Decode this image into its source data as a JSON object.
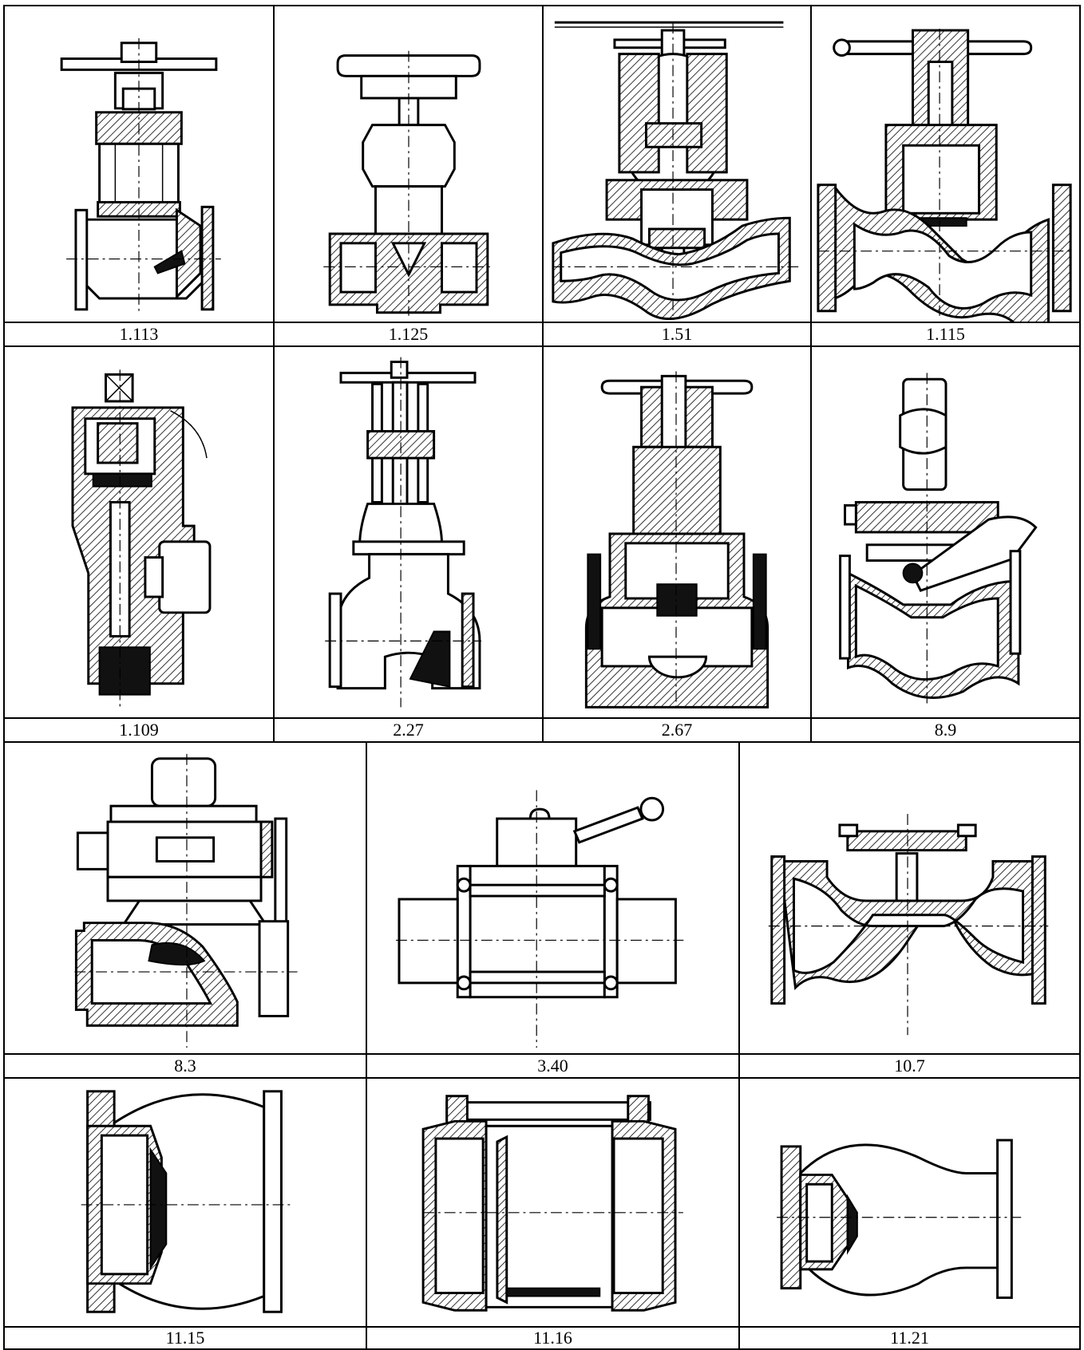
{
  "figures": [
    {
      "id": "fig-1-113",
      "label": "1.113",
      "kind": "gate-valve-handwheel"
    },
    {
      "id": "fig-1-125",
      "label": "1.125",
      "kind": "globe-valve-threaded"
    },
    {
      "id": "fig-1-51",
      "label": "1.51",
      "kind": "globe-valve-welded"
    },
    {
      "id": "fig-1-115",
      "label": "1.115",
      "kind": "globe-valve-flanged"
    },
    {
      "id": "fig-1-109",
      "label": "1.109",
      "kind": "plug-valve-vertical"
    },
    {
      "id": "fig-2-27",
      "label": "2.27",
      "kind": "gate-valve-rising-stem"
    },
    {
      "id": "fig-2-67",
      "label": "2.67",
      "kind": "gate-valve-heavy"
    },
    {
      "id": "fig-8-9",
      "label": "8.9",
      "kind": "safety-valve-lever"
    },
    {
      "id": "fig-8-3",
      "label": "8.3",
      "kind": "pressure-reducer"
    },
    {
      "id": "fig-3-40",
      "label": "3.40",
      "kind": "ball-valve-lever"
    },
    {
      "id": "fig-10-7",
      "label": "10.7",
      "kind": "lift-check-valve"
    },
    {
      "id": "fig-11-15",
      "label": "11.15",
      "kind": "swing-check-flanged"
    },
    {
      "id": "fig-11-16",
      "label": "11.16",
      "kind": "swing-check-wafer"
    },
    {
      "id": "fig-11-21",
      "label": "11.21",
      "kind": "swing-check-taper"
    }
  ]
}
